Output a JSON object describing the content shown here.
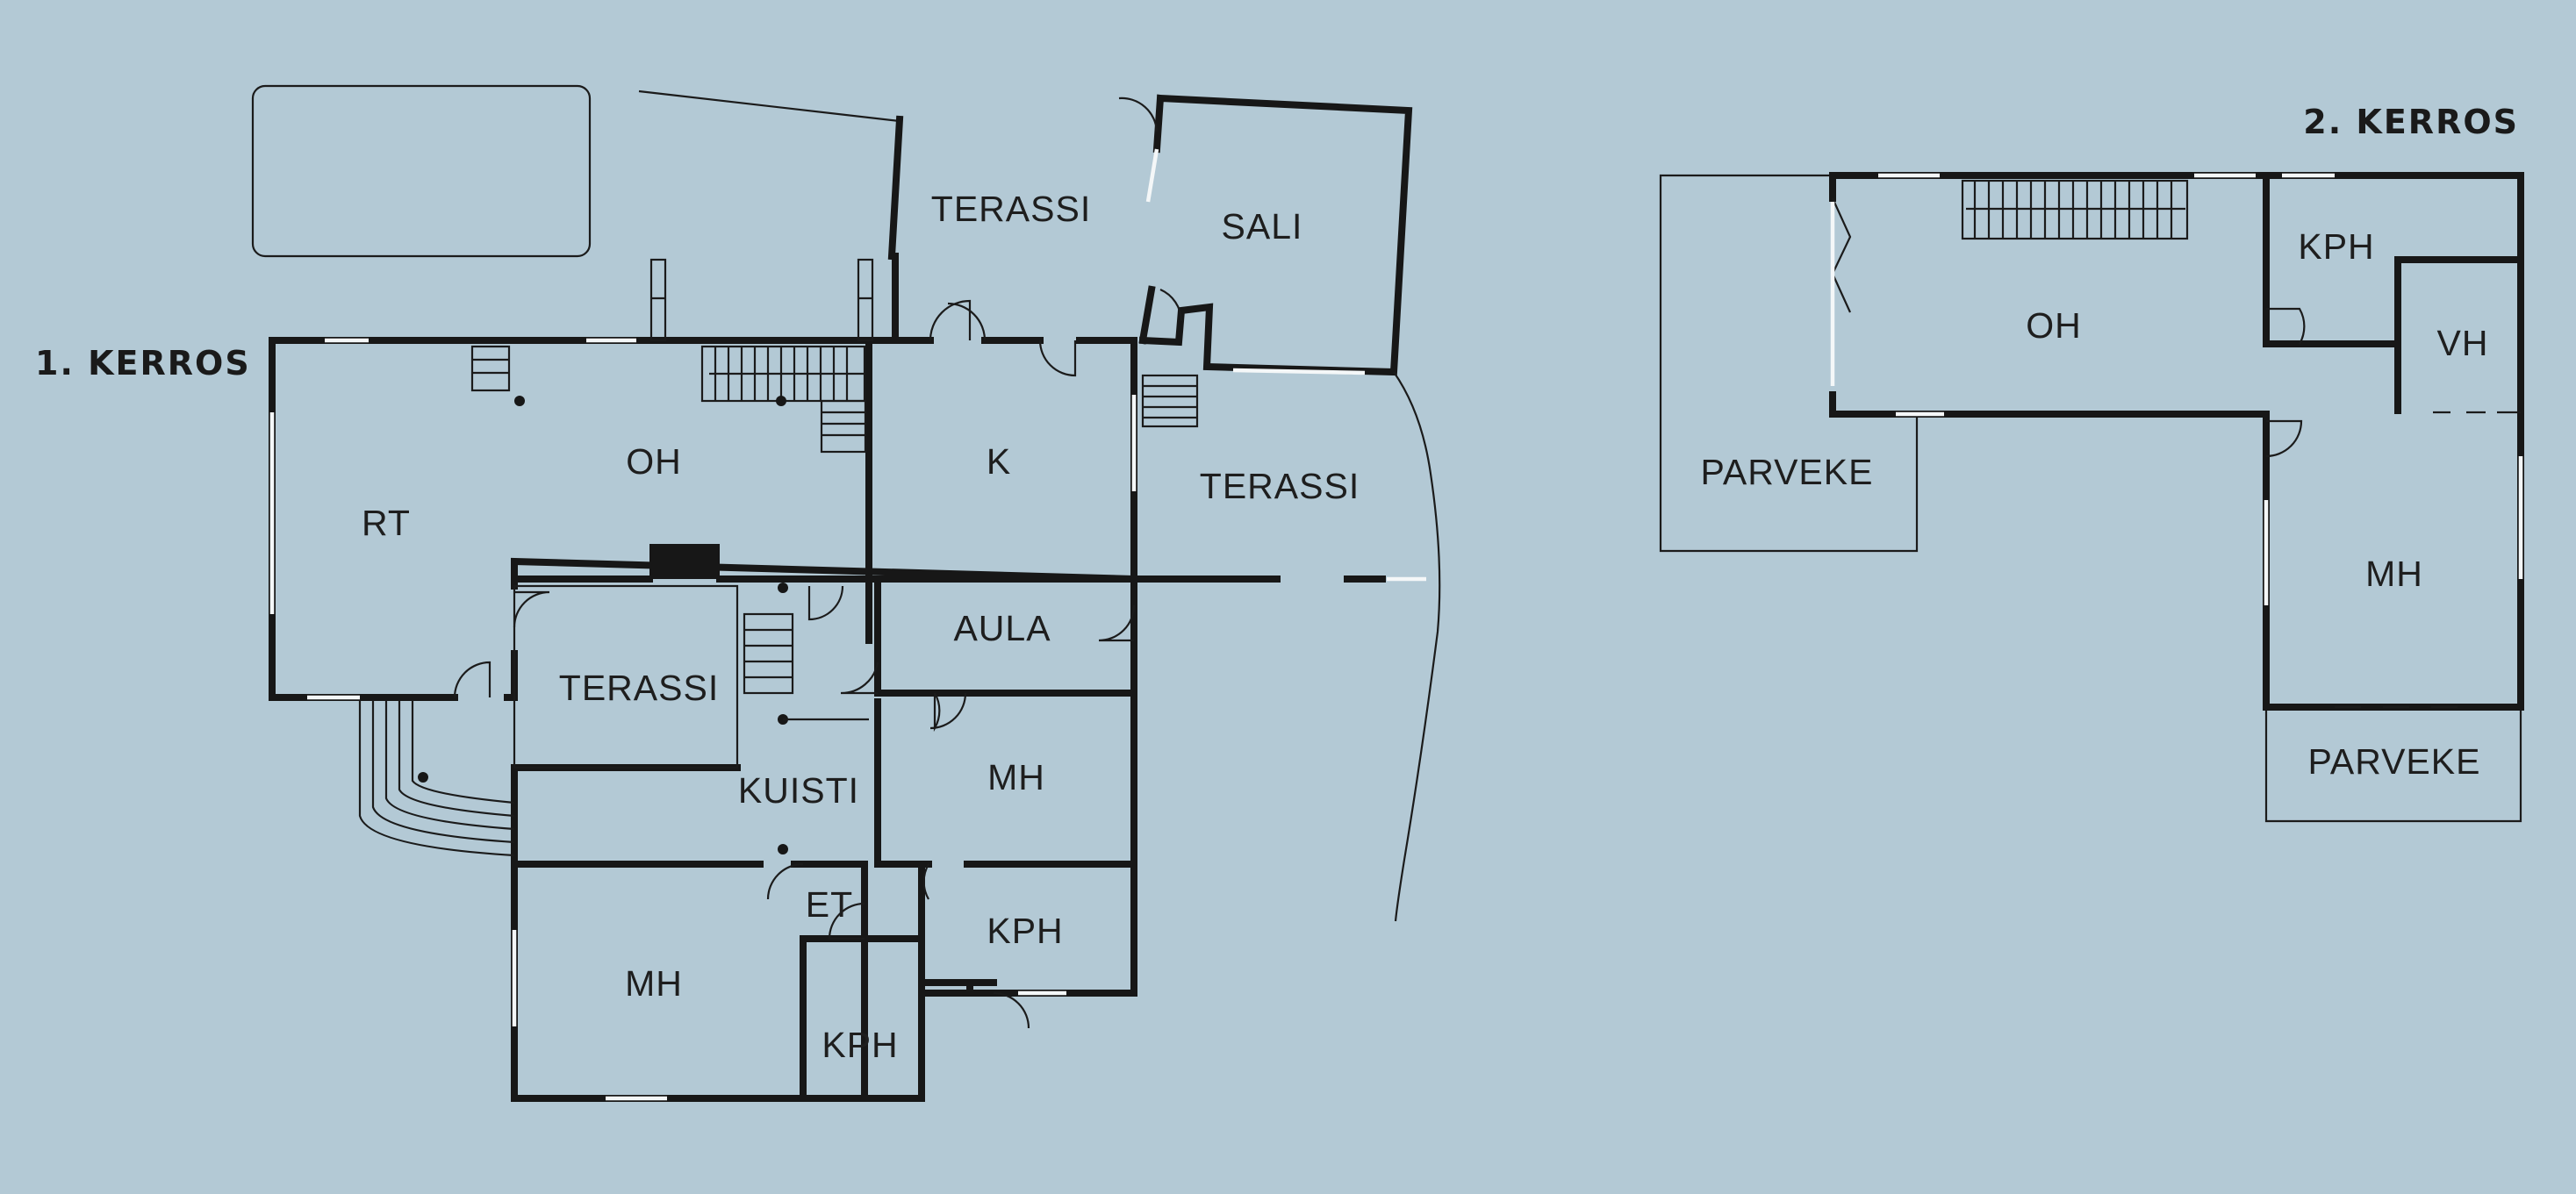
{
  "floors": [
    {
      "title": "1. KERROS",
      "rooms": {
        "rt": "RT",
        "oh": "OH",
        "k": "K",
        "terassi_top": "TERASSI",
        "sali": "SALI",
        "terassi_right": "TERASSI",
        "terassi_inner": "TERASSI",
        "aula": "AULA",
        "kuisti": "KUISTI",
        "mh_mid": "MH",
        "et": "ET",
        "kph_mid": "KPH",
        "mh_bottom": "MH",
        "kph_bottom": "KPH"
      }
    },
    {
      "title": "2. KERROS",
      "rooms": {
        "oh": "OH",
        "kph": "KPH",
        "vh": "VH",
        "parveke_left": "PARVEKE",
        "mh": "MH",
        "parveke_bottom": "PARVEKE"
      }
    }
  ],
  "colors": {
    "background": "#b3c9d5",
    "wall": "#171717",
    "window": "#f4f7f8"
  }
}
